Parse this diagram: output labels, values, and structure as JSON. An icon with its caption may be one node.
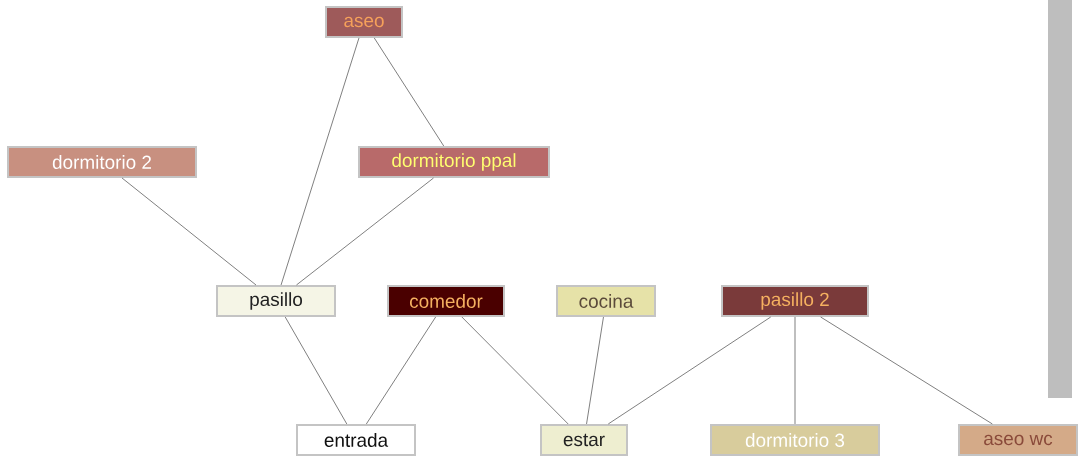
{
  "diagram": {
    "nodes": [
      {
        "text": [
          "aseo"
        ]
      },
      {
        "text": [
          "dormitorio 2"
        ]
      },
      {
        "text": [
          "dormitorio ppal"
        ]
      },
      {
        "text": [
          "pasillo"
        ]
      },
      {
        "text": [
          "comedor"
        ]
      },
      {
        "text": [
          "cocina"
        ]
      },
      {
        "text": [
          "pasillo 2"
        ]
      },
      {
        "text": [
          "entrada"
        ]
      },
      {
        "text": [
          "estar"
        ]
      },
      {
        "text": [
          "dormitorio 3"
        ]
      },
      {
        "text": [
          "aseo wc"
        ]
      },
      {
        "text": [],
        "shape": "bar"
      }
    ],
    "edges": [
      {
        "from": 0,
        "to": 3,
        "arrow": "none"
      },
      {
        "from": 0,
        "to": 2,
        "arrow": "none"
      },
      {
        "from": 1,
        "to": 3,
        "arrow": "none"
      },
      {
        "from": 2,
        "to": 3,
        "arrow": "none"
      },
      {
        "from": 3,
        "to": 7,
        "arrow": "none"
      },
      {
        "from": 4,
        "to": 7,
        "arrow": "none"
      },
      {
        "from": 4,
        "to": 8,
        "arrow": "none"
      },
      {
        "from": 5,
        "to": 8,
        "arrow": "none"
      },
      {
        "from": 6,
        "to": 8,
        "arrow": "none"
      },
      {
        "from": 6,
        "to": 9,
        "arrow": "none"
      },
      {
        "from": 6,
        "to": 10,
        "arrow": "none"
      }
    ]
  }
}
